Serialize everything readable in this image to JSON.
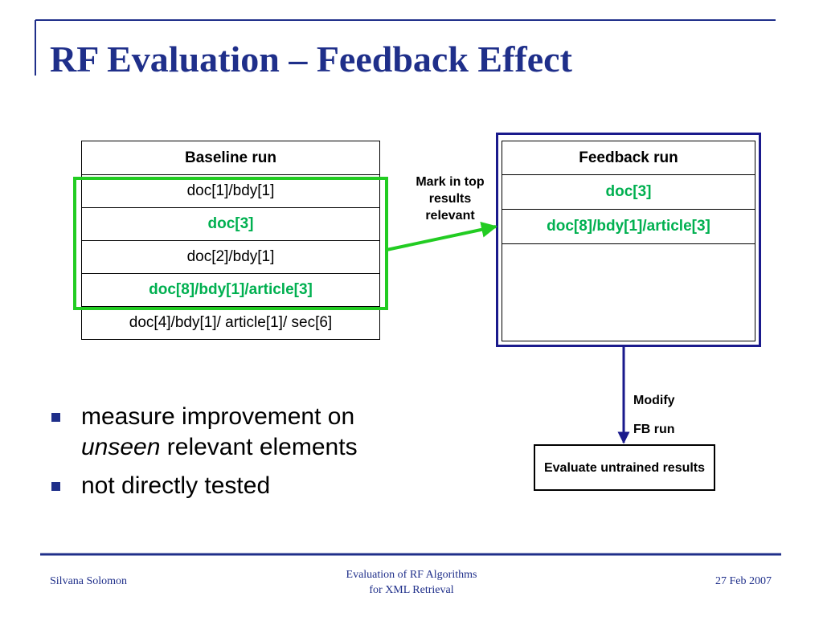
{
  "title": "RF Evaluation – Feedback Effect",
  "baseline_table": {
    "header": "Baseline run",
    "rows": [
      {
        "text": "doc[1]/bdy[1]",
        "status": "normal"
      },
      {
        "text": "doc[3]",
        "status": "relevant"
      },
      {
        "text": "doc[2]/bdy[1]",
        "status": "normal"
      },
      {
        "text": "doc[8]/bdy[1]/article[3]",
        "status": "relevant"
      },
      {
        "text": "doc[4]/bdy[1]/ article[1]/ sec[6]",
        "status": "normal"
      }
    ]
  },
  "feedback_table": {
    "header": "Feedback run",
    "rows": [
      {
        "text": "doc[3]",
        "status": "relevant"
      },
      {
        "text": "doc[8]/bdy[1]/article[3]",
        "status": "relevant"
      },
      {
        "text": "",
        "status": "empty"
      }
    ]
  },
  "arrow_label_mark": [
    "Mark in top",
    "results",
    "relevant"
  ],
  "arrow_label_modify": [
    "Modify",
    "FB run"
  ],
  "evaluate_box": "Evaluate untrained results",
  "bullets": {
    "item1_line1": "measure improvement on",
    "item1_line2_em": "unseen",
    "item1_line2_rest": " relevant elements",
    "item2": "not directly tested"
  },
  "footer": {
    "author": "Silvana Solomon",
    "center_line1": "Evaluation of RF Algorithms",
    "center_line2": "for XML Retrieval",
    "date": "27 Feb 2007"
  },
  "colors": {
    "title": "#1f2f8a",
    "accent_blue": "#1f2f8a",
    "relevant_green": "#00b050",
    "highlight_green": "#22cc22",
    "frame_navy": "#1a1a8c"
  }
}
